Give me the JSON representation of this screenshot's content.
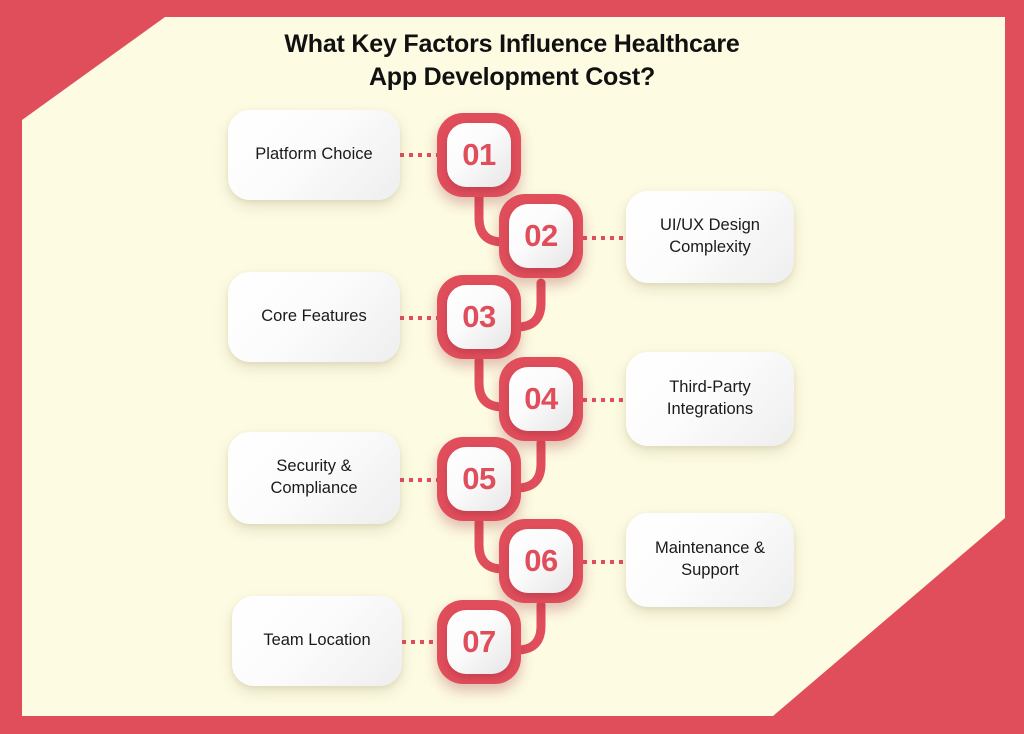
{
  "theme": {
    "frame_color": "#E04E5C",
    "panel_color": "#FDFBE2",
    "accent_color": "#E04E5C",
    "title_color": "#111111",
    "card_text_color": "#1A1A1A"
  },
  "header": {
    "title_line_1": "What Key Factors Influence Healthcare",
    "title_line_2": "App Development Cost?"
  },
  "steps": [
    {
      "number": "01",
      "label": "Platform Choice",
      "side": "left"
    },
    {
      "number": "02",
      "label": "UI/UX Design Complexity",
      "side": "right"
    },
    {
      "number": "03",
      "label": "Core Features",
      "side": "left"
    },
    {
      "number": "04",
      "label": "Third-Party Integrations",
      "side": "right"
    },
    {
      "number": "05",
      "label": "Security & Compliance",
      "side": "left"
    },
    {
      "number": "06",
      "label": "Maintenance & Support",
      "side": "right"
    },
    {
      "number": "07",
      "label": "Team Location",
      "side": "left"
    }
  ],
  "cards": {
    "c1_line1": "Platform Choice",
    "c2_line1": "UI/UX Design",
    "c2_line2": "Complexity",
    "c3_line1": "Core Features",
    "c4_line1": "Third-Party",
    "c4_line2": "Integrations",
    "c5_line1": "Security &",
    "c5_line2": "Compliance",
    "c6_line1": "Maintenance &",
    "c6_line2": "Support",
    "c7_line1": "Team Location"
  },
  "badges": {
    "b1": "01",
    "b2": "02",
    "b3": "03",
    "b4": "04",
    "b5": "05",
    "b6": "06",
    "b7": "07"
  }
}
